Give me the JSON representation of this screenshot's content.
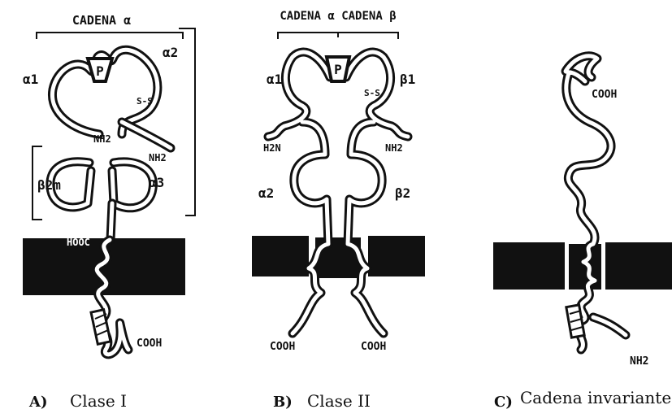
{
  "panels": {
    "a": {
      "caption_letter": "A)",
      "caption_text": "Clase I",
      "header": "CADENA α",
      "alpha1": "α1",
      "alpha2": "α2",
      "alpha3": "α3",
      "b2m": "β2m",
      "p": "P",
      "ss": "S-S",
      "nh2_a": "NH2",
      "nh2_b": "NH2",
      "hooc": "HOOC",
      "cooh": "COOH"
    },
    "b": {
      "caption_letter": "B)",
      "caption_text": "Clase II",
      "header": "CADENA α  CADENA β",
      "alpha1": "α1",
      "alpha2": "α2",
      "beta1": "β1",
      "beta2": "β2",
      "p": "P",
      "ss": "S-S",
      "h2n": "H2N",
      "nh2": "NH2",
      "cooh_left": "COOH",
      "cooh_right": "COOH"
    },
    "c": {
      "caption_letter": "C)",
      "caption_text": "Cadena invariante",
      "cooh": "COOH",
      "nh2": "NH2"
    }
  }
}
